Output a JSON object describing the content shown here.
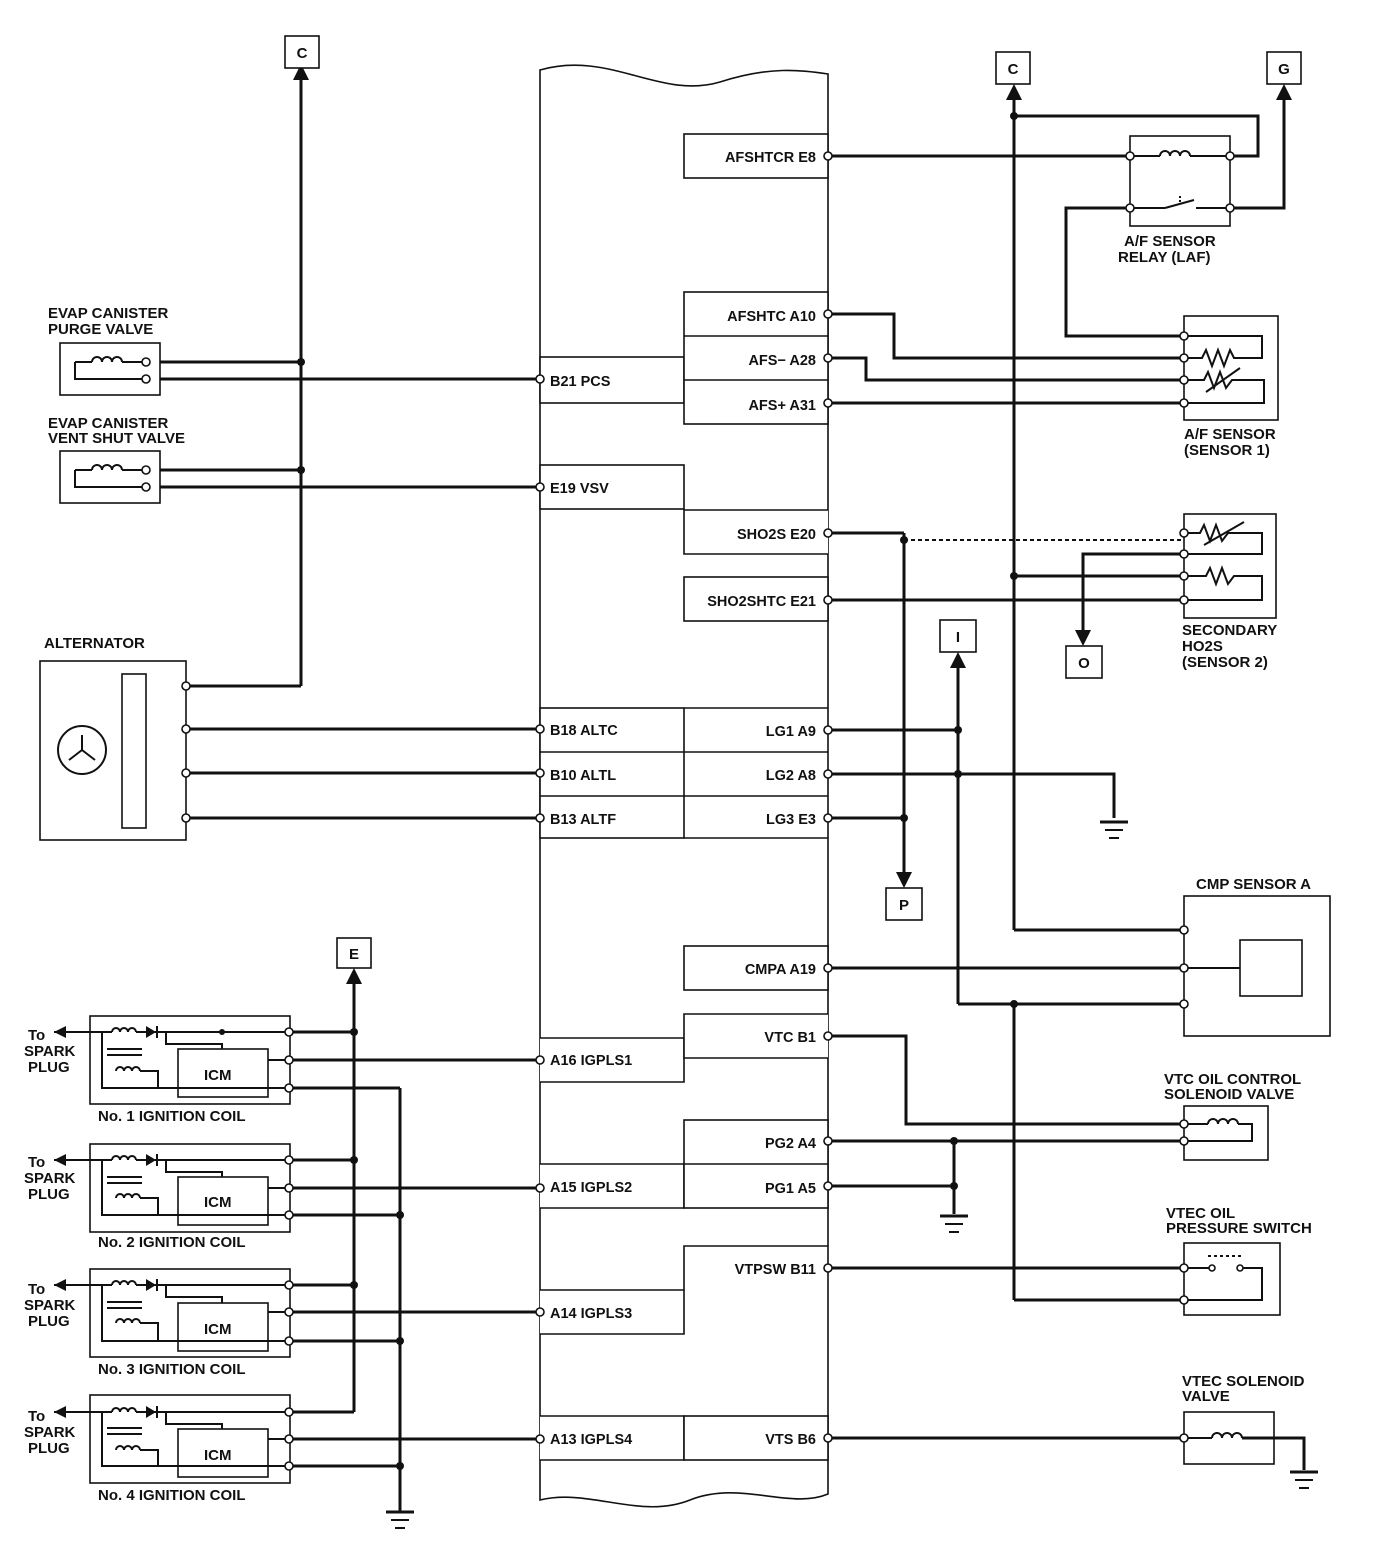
{
  "ecm": {
    "left_pins": [
      {
        "id": "pcs",
        "label": "B21 PCS"
      },
      {
        "id": "vsv",
        "label": "E19 VSV"
      },
      {
        "id": "altc",
        "label": "B18 ALTC"
      },
      {
        "id": "altl",
        "label": "B10 ALTL"
      },
      {
        "id": "altf",
        "label": "B13 ALTF"
      },
      {
        "id": "igpls1",
        "label": "A16 IGPLS1"
      },
      {
        "id": "igpls2",
        "label": "A15 IGPLS2"
      },
      {
        "id": "igpls3",
        "label": "A14 IGPLS3"
      },
      {
        "id": "igpls4",
        "label": "A13 IGPLS4"
      }
    ],
    "right_pins": [
      {
        "id": "afshtcr",
        "label": "AFSHTCR E8"
      },
      {
        "id": "afshtc",
        "label": "AFSHTC A10"
      },
      {
        "id": "afsm",
        "label": "AFS− A28"
      },
      {
        "id": "afsp",
        "label": "AFS+ A31"
      },
      {
        "id": "sho2s",
        "label": "SHO2S E20"
      },
      {
        "id": "sho2shtc",
        "label": "SHO2SHTC E21"
      },
      {
        "id": "lg1",
        "label": "LG1 A9"
      },
      {
        "id": "lg2",
        "label": "LG2 A8"
      },
      {
        "id": "lg3",
        "label": "LG3 E3"
      },
      {
        "id": "cmpa",
        "label": "CMPA A19"
      },
      {
        "id": "vtc",
        "label": "VTC B1"
      },
      {
        "id": "pg2",
        "label": "PG2 A4"
      },
      {
        "id": "pg1",
        "label": "PG1 A5"
      },
      {
        "id": "vtpsw",
        "label": "VTPSW B11"
      },
      {
        "id": "vts",
        "label": "VTS B6"
      }
    ]
  },
  "components": {
    "evap_purge": [
      "EVAP CANISTER",
      "PURGE VALVE"
    ],
    "evap_vent": [
      "EVAP CANISTER",
      "VENT SHUT VALVE"
    ],
    "alternator": "ALTERNATOR",
    "af_relay": [
      "A/F SENSOR",
      "RELAY (LAF)"
    ],
    "af_sensor": [
      "A/F SENSOR",
      "(SENSOR 1)"
    ],
    "secondary_ho2s": [
      "SECONDARY",
      "HO2S",
      "(SENSOR 2)"
    ],
    "cmp_sensor": "CMP SENSOR A",
    "vtc_solenoid": [
      "VTC OIL CONTROL",
      "SOLENOID VALVE"
    ],
    "vtec_pressure_switch": [
      "VTEC OIL",
      "PRESSURE SWITCH"
    ],
    "vtec_solenoid": [
      "VTEC SOLENOID",
      "VALVE"
    ],
    "ignition_coils": [
      {
        "label": "No. 1 IGNITION COIL",
        "icm": "ICM",
        "to": [
          "To",
          "SPARK",
          "PLUG"
        ]
      },
      {
        "label": "No. 2 IGNITION COIL",
        "icm": "ICM",
        "to": [
          "To",
          "SPARK",
          "PLUG"
        ]
      },
      {
        "label": "No. 3 IGNITION COIL",
        "icm": "ICM",
        "to": [
          "To",
          "SPARK",
          "PLUG"
        ]
      },
      {
        "label": "No. 4 IGNITION COIL",
        "icm": "ICM",
        "to": [
          "To",
          "SPARK",
          "PLUG"
        ]
      }
    ]
  },
  "connectors": {
    "c_left": "C",
    "c_right": "C",
    "g": "G",
    "o": "O",
    "i": "I",
    "p": "P",
    "e": "E"
  }
}
